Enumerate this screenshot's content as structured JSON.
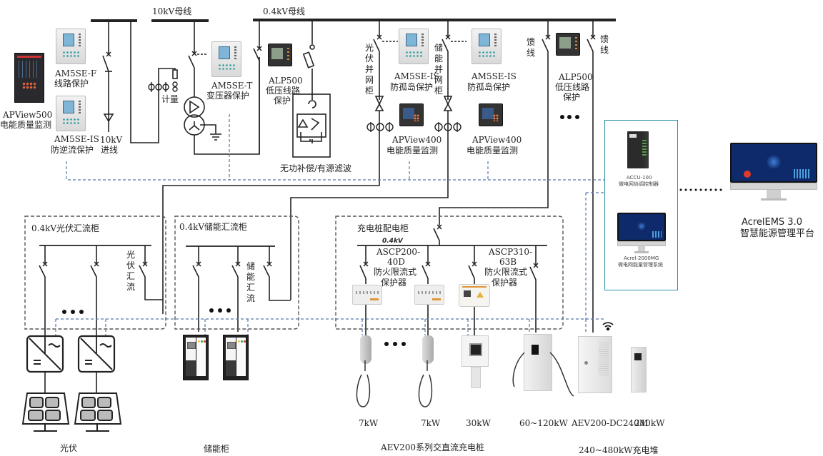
{
  "buses": {
    "bus_10kv": "10kV母线",
    "bus_04kv": "0.4kV母线"
  },
  "devices": {
    "apview500": {
      "model": "APView500",
      "desc": "电能质量监测"
    },
    "am5se_f": {
      "model": "AM5SE-F",
      "desc": "线路保护"
    },
    "am5se_is_left": {
      "model": "AM5SE-IS",
      "desc": "防逆流保护"
    },
    "incoming_10kv": {
      "line1": "10kV",
      "line2": "进线"
    },
    "metering": "计量",
    "am5se_t": {
      "model": "AM5SE-T",
      "desc": "变压器保护"
    },
    "alp500_left": {
      "model": "ALP500",
      "line1": "低压线路",
      "line2": "保护"
    },
    "reactive_comp": "无功补偿/有源滤波",
    "pv_grid_cab": "光伏并网柜",
    "am5se_is_pv": {
      "model": "AM5SE-IS",
      "desc": "防孤岛保护"
    },
    "apview400_pv": {
      "model": "APView400",
      "desc": "电能质量监测"
    },
    "es_grid_cab": "储能并网柜",
    "am5se_is_es": {
      "model": "AM5SE-IS",
      "desc": "防孤岛保护"
    },
    "apview400_es": {
      "model": "APView400",
      "desc": "电能质量监测"
    },
    "feeder_left": "馈线",
    "feeder_right": "馈线",
    "alp500_right": {
      "model": "ALP500",
      "line1": "低压线路",
      "line2": "保护"
    },
    "ellipsis": "●●●"
  },
  "monitoring_box": {
    "accu": {
      "model": "ACCU-100",
      "desc": "微电网协调控制器"
    },
    "acrel2000": {
      "model": "Acrel-2000MG",
      "desc": "微电网能量管理系统"
    }
  },
  "platform": {
    "name": "AcrelEMS 3.0",
    "desc": "智慧能源管理平台"
  },
  "panels": {
    "pv_combiner": {
      "title": "0.4kV光伏汇流柜",
      "vertical": "光伏汇流"
    },
    "es_combiner": {
      "title": "0.4kV储能汇流柜",
      "vertical": "储能汇流"
    },
    "charging_cab": {
      "title": "充电桩配电柜",
      "voltage": "0.4kV",
      "prot1": {
        "line1": "ASCP200-",
        "line2": "40D",
        "line3": "防火限流式",
        "line4": "保护器"
      },
      "prot2": {
        "line1": "ASCP310-",
        "line2": "63B",
        "line3": "防火限流式",
        "line4": "保护器"
      }
    }
  },
  "bottom": {
    "pv": "光伏",
    "es_cabinet": "储能柜",
    "chargers": [
      {
        "power": "7kW"
      },
      {
        "power": "7kW"
      },
      {
        "power": "30kW"
      },
      {
        "power": "60~120kW"
      },
      {
        "power": "AEV200-DC240M"
      },
      {
        "power": "240kW"
      }
    ],
    "charger_series": "AEV200系列交直流充电桩",
    "charging_stack": "240~480kW充电堆"
  },
  "colors": {
    "line": "#222222",
    "comm_dashed": "#5577aa",
    "panel_border": "#2a8fa8"
  }
}
